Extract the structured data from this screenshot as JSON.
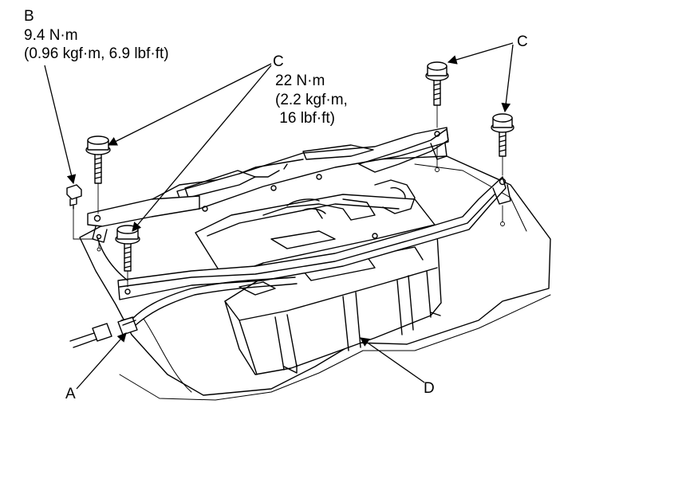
{
  "callouts": {
    "b": {
      "letter": "B",
      "torque_nm": "9.4 N·m",
      "torque_alt": "(0.96 kgf·m, 6.9 lbf·ft)"
    },
    "c_left": {
      "letter": "C",
      "torque_nm": "22 N·m",
      "torque_alt_1": "(2.2 kgf·m,",
      "torque_alt_2": " 16 lbf·ft)"
    },
    "c_right": {
      "letter": "C"
    },
    "a": {
      "letter": "A"
    },
    "d": {
      "letter": "D"
    }
  },
  "parts": {
    "A": "connector-icon",
    "B": "small-bolt-icon",
    "C": "flange-bolt-icon",
    "D": "battery-tray-icon"
  },
  "colors": {
    "line": "#000000",
    "background": "#ffffff"
  }
}
